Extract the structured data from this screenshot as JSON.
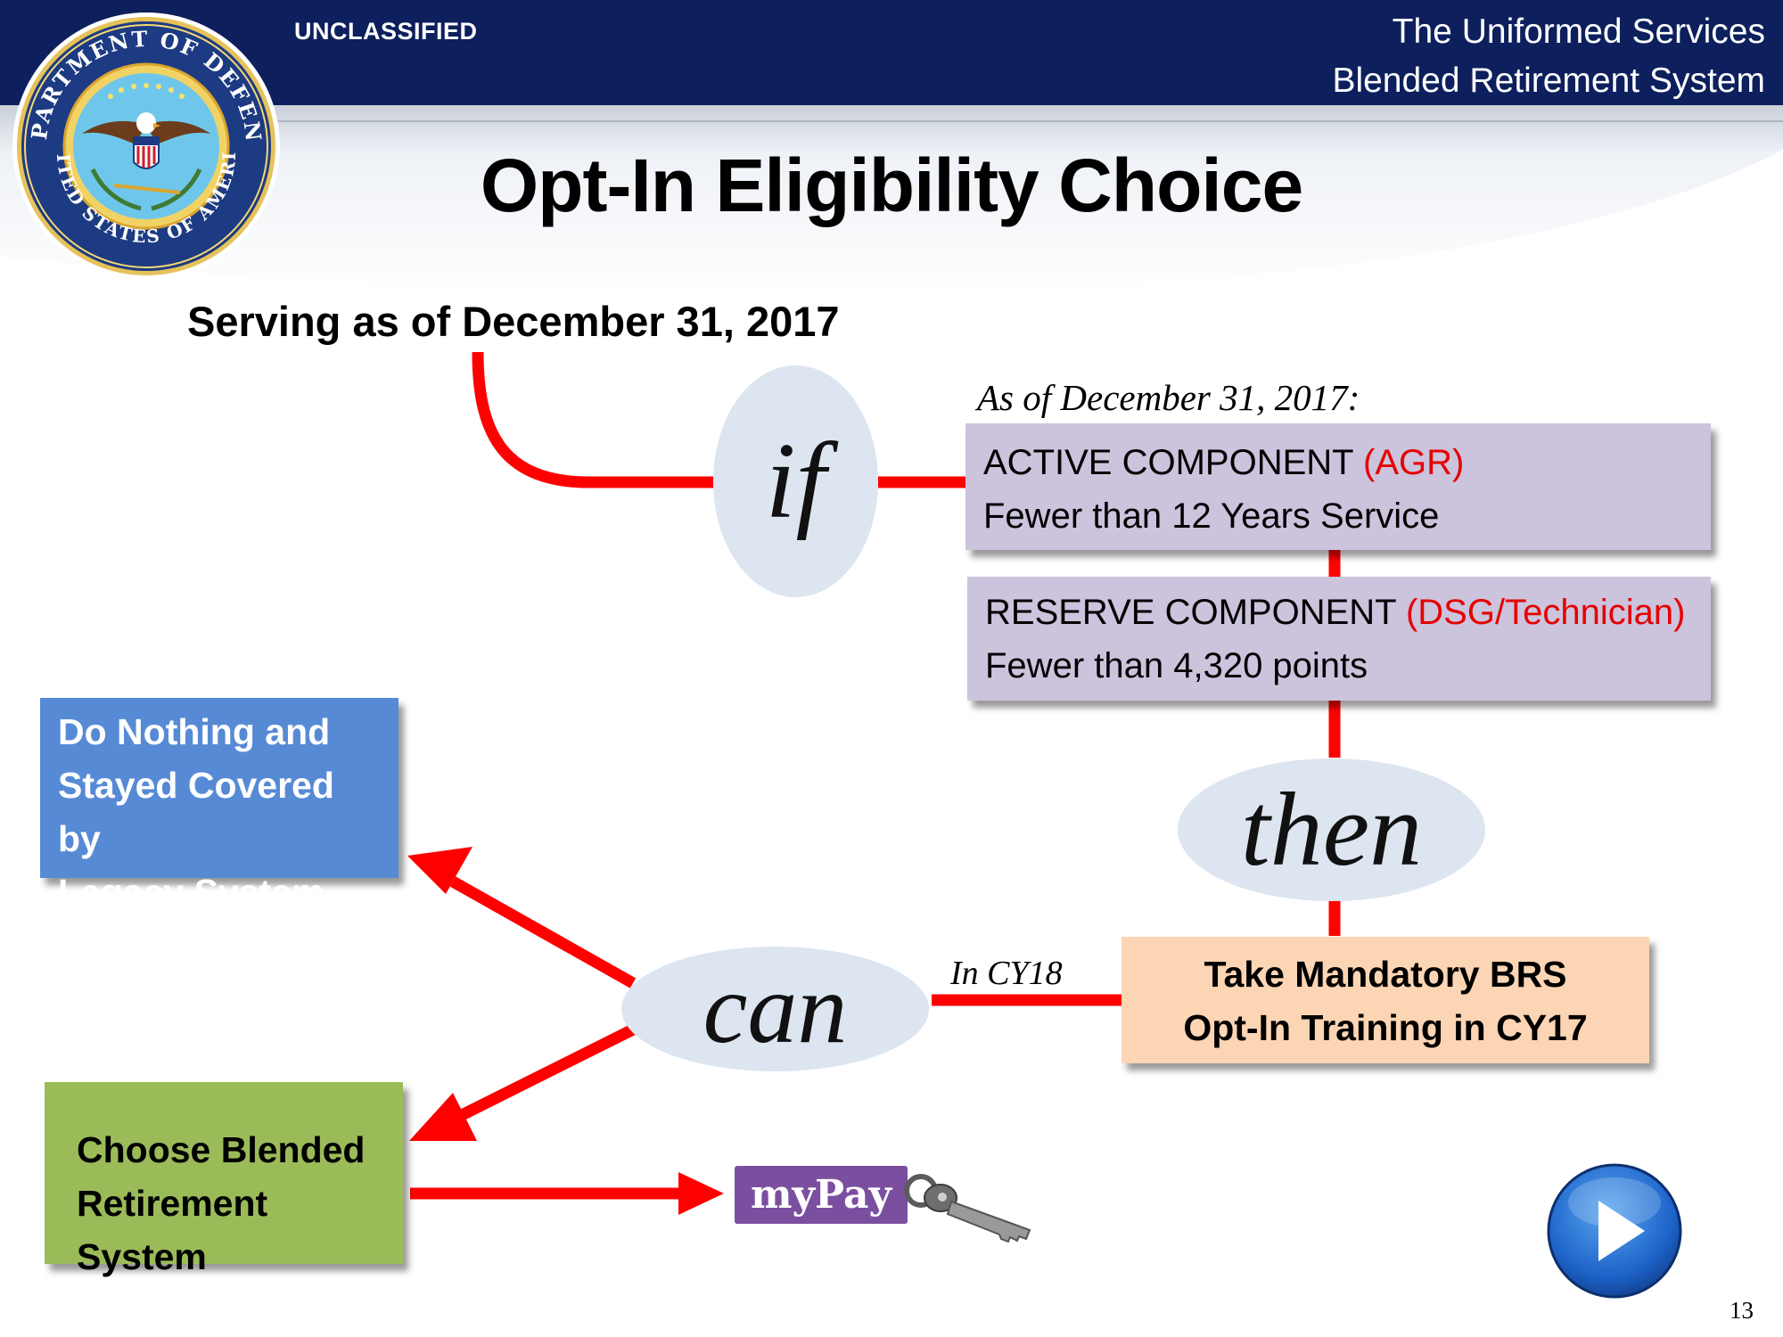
{
  "header": {
    "classification": "UNCLASSIFIED",
    "program_line1": "The Uniformed Services",
    "program_line2": "Blended Retirement System"
  },
  "seal": {
    "text_top": "DEPARTMENT OF DEFENSE",
    "text_bottom": "UNITED STATES OF AMERICA"
  },
  "slide": {
    "title": "Opt-In Eligibility Choice",
    "subtitle": "Serving as of December 31, 2017",
    "as_of": "As of December 31, 2017:",
    "page_number": "13"
  },
  "keywords": {
    "if": "if",
    "then": "then",
    "can": "can"
  },
  "active_component": {
    "label": "ACTIVE COMPONENT",
    "qualifier": "(AGR)",
    "detail": "Fewer than 12 Years Service"
  },
  "reserve_component": {
    "label": "RESERVE COMPONENT",
    "qualifier": "(DSG/Technician)",
    "detail": "Fewer than 4,320 points"
  },
  "training": {
    "line1": "Take Mandatory BRS",
    "line2": "Opt-In Training in CY17",
    "when_label": "In CY18"
  },
  "options": {
    "do_nothing_line1": "Do Nothing and",
    "do_nothing_line2": "Stayed Covered by",
    "do_nothing_line3": "Legacy System",
    "choose_line1": "Choose Blended",
    "choose_line2": "Retirement System"
  },
  "mypay": {
    "label": "myPay"
  },
  "colors": {
    "header_navy": "#0d1f5c",
    "connector_red": "#ff0000",
    "component_box": "#ccc3dd",
    "training_box": "#fcd5b4",
    "legacy_box": "#578ad5",
    "brs_box": "#9bbb59",
    "keyword_oval": "#dce5f0",
    "mypay_purple": "#7b4fa0"
  }
}
